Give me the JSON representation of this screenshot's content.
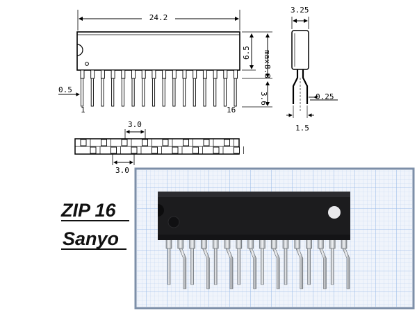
{
  "drawing": {
    "top_view": {
      "length": "24.2",
      "lead_pitch_label": "0.5",
      "pin_first": "1",
      "pin_last": "16",
      "body_height": "6.5",
      "max_height": "8.8",
      "max_label": "max",
      "lead_length": "3.6"
    },
    "side_view": {
      "width": "3.25",
      "lead_thickness": "0.25",
      "lead_spacing": "1.5"
    },
    "bottom_view": {
      "pitch_top": "3.0",
      "pitch_bottom": "3.0"
    }
  },
  "package": {
    "name": "ZIP 16",
    "maker": "Sanyo"
  },
  "photo": {
    "grid_color": "#8fb4e6",
    "paper_color": "#eef3fb",
    "frame_color": "#7d8fa8",
    "chip_color": "#1c1c1e",
    "pin_count": 16
  }
}
